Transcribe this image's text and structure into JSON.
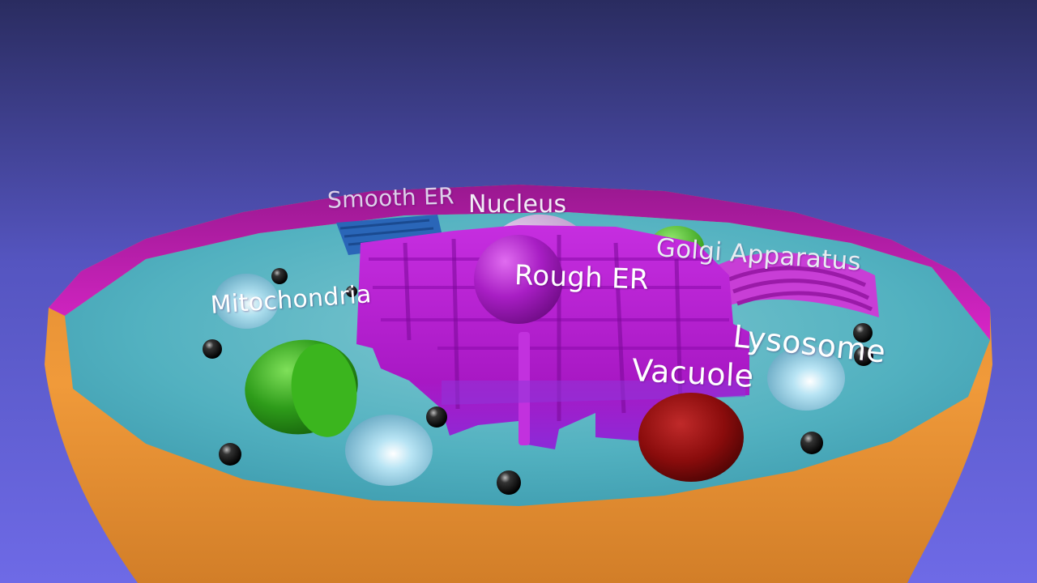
{
  "labels": {
    "smooth_er": "Smooth ER",
    "nucleus": "Nucleus",
    "golgi": "Golgi Apparatus",
    "rough_er": "Rough ER",
    "mitochondria": "Mitochondria",
    "lysosome": "Lysosome",
    "vacuole": "Vacuole"
  },
  "colors": {
    "background_top": "#2c2f66",
    "background_bottom": "#6a66e0",
    "membrane_inner": "#c21fb6",
    "membrane_outer": "#ee9334",
    "cytoplasm": "#5ab8c8",
    "rough_er": "#b81cd6",
    "golgi": "#cc44d8",
    "smooth_er": "#2a66b8",
    "mitochondria": "#2a9a1a",
    "vacuole": "#8a0c0c",
    "lysosome": "#a8d8ec",
    "ribosome": "#111111"
  }
}
